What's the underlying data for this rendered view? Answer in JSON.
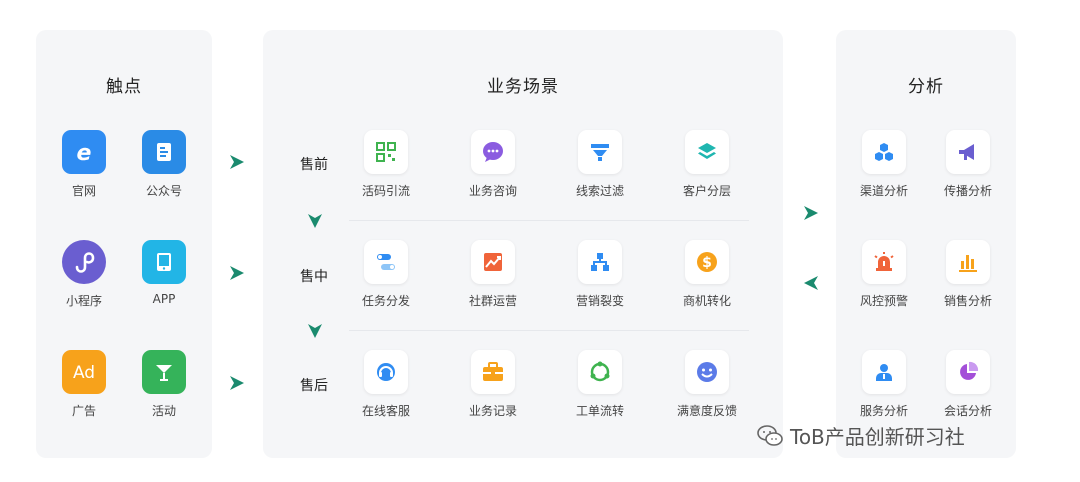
{
  "panels": {
    "touchpoints": {
      "title": "触点",
      "items": [
        {
          "label": "官网",
          "icon": "browser-e-icon",
          "color": "#2f8cf2"
        },
        {
          "label": "公众号",
          "icon": "document-icon",
          "color": "#2a8be6"
        },
        {
          "label": "小程序",
          "icon": "miniprogram-icon",
          "color": "#6a5ed0"
        },
        {
          "label": "APP",
          "icon": "tablet-icon",
          "color": "#22b5e6"
        },
        {
          "label": "广告",
          "icon": "ad-icon",
          "color": "#f7a21b"
        },
        {
          "label": "活动",
          "icon": "cocktail-icon",
          "color": "#35b35a"
        }
      ]
    },
    "scenarios": {
      "title": "业务场景",
      "stages": [
        {
          "label": "售前",
          "items": [
            {
              "label": "活码引流",
              "icon": "qr-code-icon",
              "color": "#3fb34f"
            },
            {
              "label": "业务咨询",
              "icon": "chat-bubble-icon",
              "color": "#8b5ce0"
            },
            {
              "label": "线索过滤",
              "icon": "funnel-icon",
              "color": "#2f8cf2"
            },
            {
              "label": "客户分层",
              "icon": "layers-icon",
              "color": "#1fb6b0"
            }
          ]
        },
        {
          "label": "售中",
          "items": [
            {
              "label": "任务分发",
              "icon": "task-dispatch-icon",
              "color": "#2f8cf2"
            },
            {
              "label": "社群运营",
              "icon": "trend-chart-icon",
              "color": "#f0643a"
            },
            {
              "label": "营销裂变",
              "icon": "org-tree-icon",
              "color": "#2f8cf2"
            },
            {
              "label": "商机转化",
              "icon": "dollar-coin-icon",
              "color": "#f7a21b"
            }
          ]
        },
        {
          "label": "售后",
          "items": [
            {
              "label": "在线客服",
              "icon": "headset-icon",
              "color": "#2f8cf2"
            },
            {
              "label": "业务记录",
              "icon": "briefcase-icon",
              "color": "#f7a21b"
            },
            {
              "label": "工单流转",
              "icon": "cycle-icon",
              "color": "#3fb34f"
            },
            {
              "label": "满意度反馈",
              "icon": "smiley-icon",
              "color": "#5b7be8"
            }
          ]
        }
      ]
    },
    "analysis": {
      "title": "分析",
      "items": [
        {
          "label": "渠道分析",
          "icon": "cubes-icon",
          "color": "#2f8cf2"
        },
        {
          "label": "传播分析",
          "icon": "megaphone-icon",
          "color": "#6a5ed0"
        },
        {
          "label": "风控预警",
          "icon": "alarm-icon",
          "color": "#f0643a"
        },
        {
          "label": "销售分析",
          "icon": "bar-chart-icon",
          "color": "#f7a21b"
        },
        {
          "label": "服务分析",
          "icon": "person-card-icon",
          "color": "#2f8cf2"
        },
        {
          "label": "会话分析",
          "icon": "pie-chart-icon",
          "color": "#a34fd8"
        }
      ]
    }
  },
  "colors": {
    "arrow": "#1a8a6e",
    "panel": "#f5f6f8"
  },
  "watermark": {
    "text": "ToB产品创新研习社",
    "icon": "wechat-icon"
  }
}
